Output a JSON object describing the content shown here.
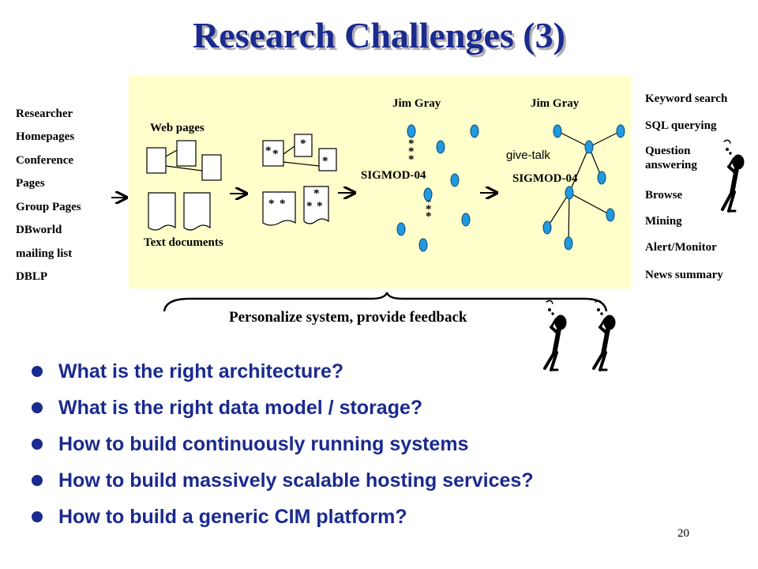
{
  "title": "Research Challenges (3)",
  "sources": [
    "Researcher",
    "Homepages",
    "Conference",
    "Pages",
    "Group Pages",
    "DBworld",
    "mailing list",
    "DBLP"
  ],
  "diagram": {
    "web_pages_label": "Web pages",
    "text_documents_label": "Text documents",
    "jim_gray_1": "Jim Gray",
    "jim_gray_2": "Jim Gray",
    "sigmod_1": "SIGMOD-04",
    "sigmod_2": "SIGMOD-04",
    "give_talk": "give-talk",
    "feedback_label": "Personalize system, provide feedback"
  },
  "services": [
    "Keyword search",
    "SQL querying",
    "Question answering",
    "Browse",
    "Mining",
    "Alert/Monitor",
    "News summary"
  ],
  "bullets": [
    "What is the right architecture?",
    "What is the right data model / storage?",
    "How to build continuously running systems",
    "How to build massively scalable hosting services?",
    "How to build a generic CIM platform?"
  ],
  "page_number": "20",
  "colors": {
    "title": "#1a2a8f",
    "panel": "#ffffcc",
    "node": "#2299dd",
    "bullet_text": "#1a2a8f"
  },
  "icons": [
    "arrow-right-icon",
    "thinking-person-icon"
  ]
}
